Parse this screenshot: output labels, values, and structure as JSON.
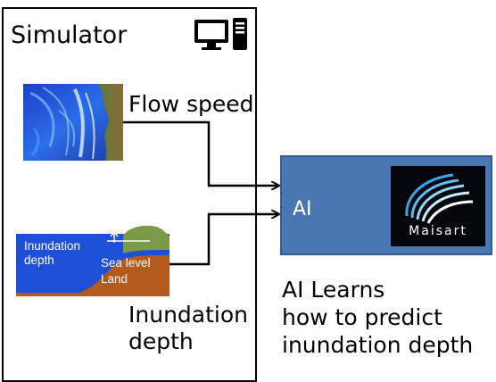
{
  "simulator": {
    "title": "Simulator",
    "computer_icon": "desktop-computer-icon"
  },
  "inputs": {
    "flow_speed_label": "Flow speed",
    "inundation_label_line1": "Inundation",
    "inundation_label_line2": "depth",
    "diagram": {
      "inundation_line1": "Inundation",
      "inundation_line2": "depth",
      "sea_level": "Sea level",
      "land": "Land"
    }
  },
  "ai": {
    "label": "AI",
    "logo_text": "Maisart",
    "caption_line1": "AI Learns",
    "caption_line2": "how to predict",
    "caption_line3": "inundation depth"
  },
  "colors": {
    "ai_box": "#4a77b4",
    "water": "#1e4fd6",
    "land": "#b45a1e",
    "hill": "#7a9a4a",
    "logo_bg": "#05070c"
  }
}
